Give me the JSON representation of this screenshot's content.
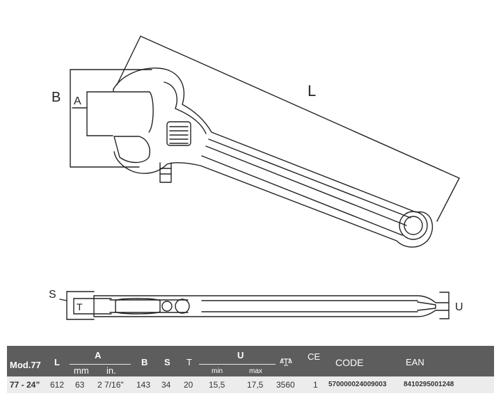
{
  "dimensions": {
    "label_L": "L",
    "label_A": "A",
    "label_B": "B",
    "label_S": "S",
    "label_T": "T",
    "label_U": "U"
  },
  "table": {
    "header": {
      "model": "Mod.77",
      "L": "L",
      "A": "A",
      "A_mm": "mm",
      "A_in": "in.",
      "B": "B",
      "S": "S",
      "T": "T",
      "U": "U",
      "U_min": "min",
      "U_max": "max",
      "weight_icon": "scale-icon",
      "CE": "CE",
      "CODE": "CODE",
      "EAN": "EAN"
    },
    "row": {
      "model": "77 - 24”",
      "L": "612",
      "A_mm": "63",
      "A_in": "2 7/16\"",
      "B": "143",
      "S": "34",
      "T": "20",
      "U_min": "15,5",
      "U_max": "17,5",
      "weight": "3560",
      "CE": "1",
      "CODE": "570000024009003",
      "EAN": "8410295001248"
    }
  },
  "colors": {
    "header_bg": "#5d5d5d",
    "row_bg": "#ececec",
    "line": "#222222"
  }
}
